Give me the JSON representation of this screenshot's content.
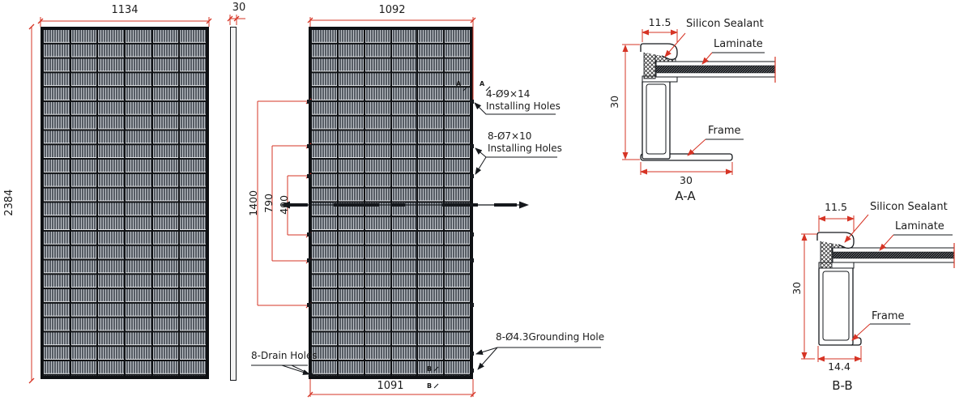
{
  "colors": {
    "dimension_red": "#d63425",
    "ink": "#1c1c1c",
    "cell_gray": "#565c64"
  },
  "front_view": {
    "width": "1134",
    "height": "2384",
    "grid": {
      "columns": 6,
      "rows": 24
    }
  },
  "side_view": {
    "thickness": "30"
  },
  "back_view": {
    "top_width": "1092",
    "bottom_width": "1091",
    "dim_outer": "1400",
    "dim_mid": "790",
    "dim_inner": "400",
    "grid": {
      "columns": 6,
      "rows": 24
    },
    "annotations": {
      "install_a_line1": "4-Ø9×14",
      "install_a_line2": "Installing Holes",
      "install_b_line1": "8-Ø7×10",
      "install_b_line2": "Installing Holes",
      "grounding": "8-Ø4.3Grounding Hole",
      "drain": "8-Drain Holes"
    },
    "section_marks": {
      "a": "A",
      "b": "B"
    }
  },
  "section_aa": {
    "title": "A-A",
    "dim_top": "11.5",
    "dim_side": "30",
    "dim_bottom": "30",
    "label_sealant": "Silicon Sealant",
    "label_laminate": "Laminate",
    "label_frame": "Frame"
  },
  "section_bb": {
    "title": "B-B",
    "dim_top": "11.5",
    "dim_side": "30",
    "dim_bottom": "14.4",
    "label_sealant": "Silicon Sealant",
    "label_laminate": "Laminate",
    "label_frame": "Frame"
  }
}
